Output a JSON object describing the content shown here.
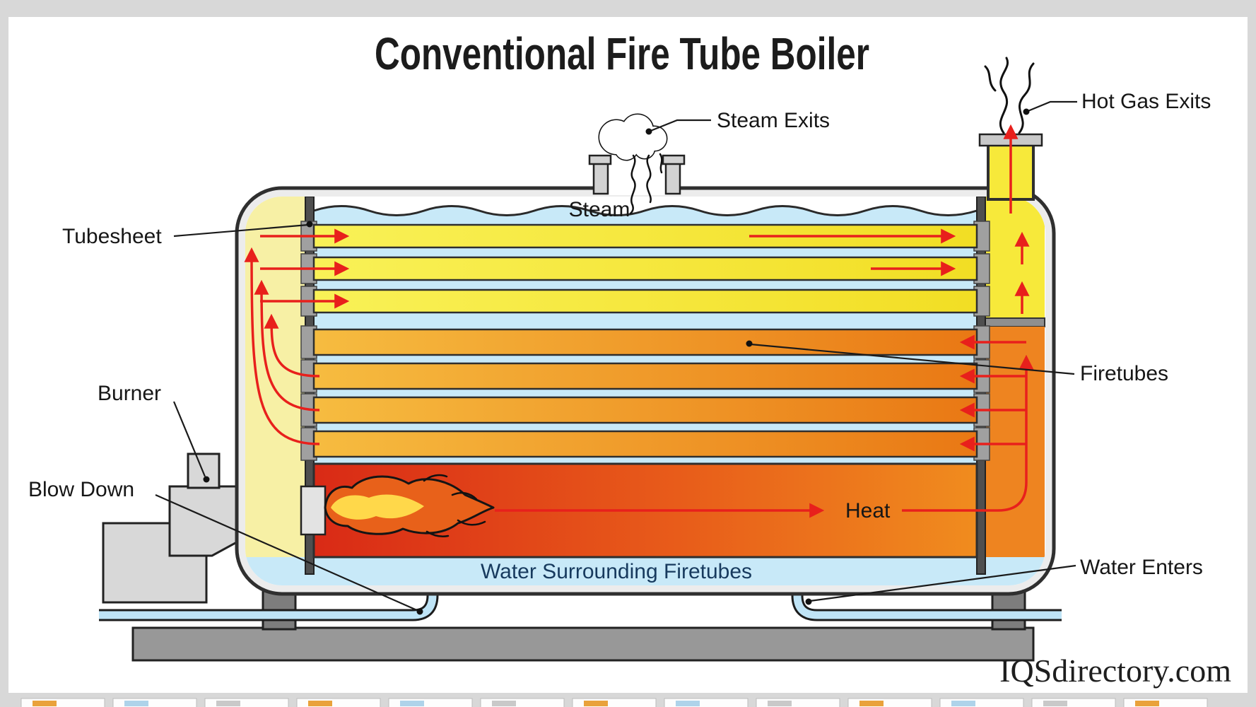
{
  "title": "Conventional Fire Tube Boiler",
  "watermark": "IQSdirectory.com",
  "labels": {
    "steam_exits": "Steam Exits",
    "hot_gas_exits": "Hot Gas Exits",
    "tubesheet": "Tubesheet",
    "burner": "Burner",
    "blow_down": "Blow Down",
    "firetubes": "Firetubes",
    "water_enters": "Water Enters",
    "steam": "Steam",
    "heat": "Heat",
    "water_surrounding_firetubes": "Water Surrounding Firetubes"
  },
  "colors": {
    "frame_gray": "#d8d8d8",
    "water_blue": "#c8e9f8",
    "pipe_blue": "#bfe4f6",
    "hot_gas_yellow": "#f7e93a",
    "front_chamber_yellow": "#f7f0a5",
    "exhaust_orange": "#ee8420",
    "furnace_red": "#d92a16",
    "arrow_red": "#e8201c",
    "steel_gray": "#8f8f8f"
  }
}
